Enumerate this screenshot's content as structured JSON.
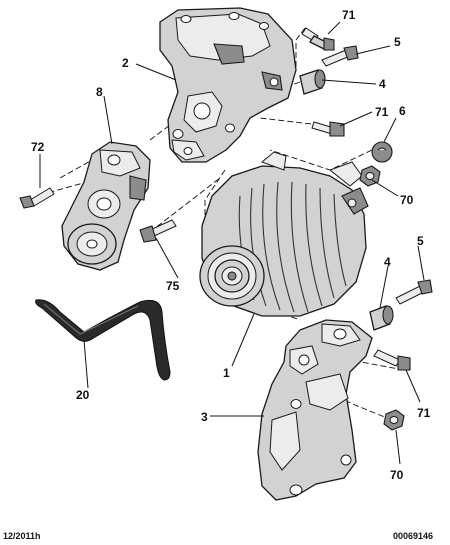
{
  "callouts": {
    "c71_top": "71",
    "c5_top": "5",
    "c2": "2",
    "c4_top": "4",
    "c8": "8",
    "c71_mid": "71",
    "c6": "6",
    "c72": "72",
    "c70_mid": "70",
    "c75": "75",
    "c5_right": "5",
    "c4_right": "4",
    "c20": "20",
    "c1": "1",
    "c3": "3",
    "c71_low": "71",
    "c70_low": "70"
  },
  "footer": {
    "date": "12/2011h",
    "reference": "00069146"
  }
}
